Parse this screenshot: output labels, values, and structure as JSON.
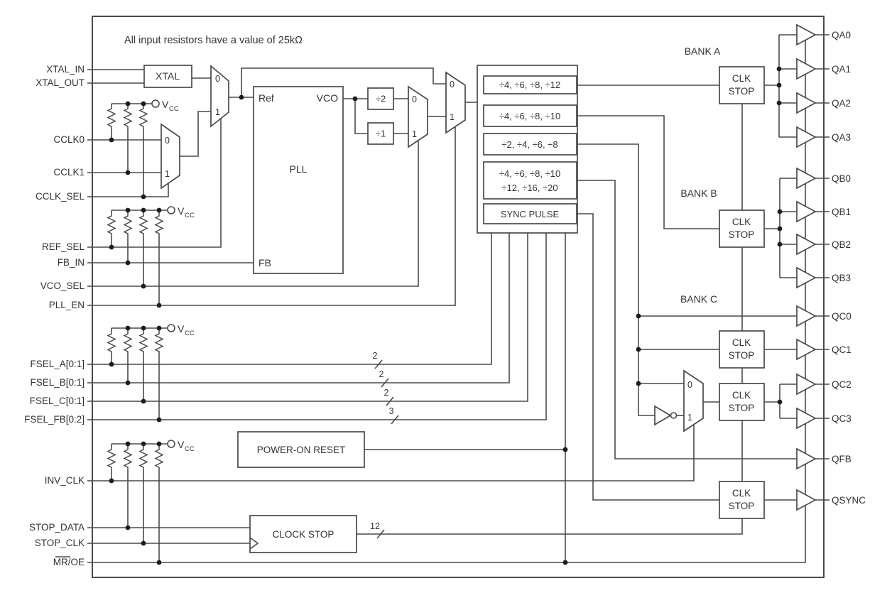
{
  "note": "All input resistors have a value of 25kΩ",
  "vcc": {
    "v": "V",
    "sub": "CC"
  },
  "inputs": {
    "xtal_in": "XTAL_IN",
    "xtal_out": "XTAL_OUT",
    "cclk0": "CCLK0",
    "cclk1": "CCLK1",
    "cclk_sel": "CCLK_SEL",
    "ref_sel": "REF_SEL",
    "fb_in": "FB_IN",
    "vco_sel": "VCO_SEL",
    "pll_en": "PLL_EN",
    "fsel_a": "FSEL_A[0:1]",
    "fsel_b": "FSEL_B[0:1]",
    "fsel_c": "FSEL_C[0:1]",
    "fsel_fb": "FSEL_FB[0:2]",
    "inv_clk": "INV_CLK",
    "stop_data": "STOP_DATA",
    "stop_clk": "STOP_CLK",
    "mr_oe": "MR/OE"
  },
  "blocks": {
    "xtal": "XTAL",
    "pll": "PLL",
    "pll_ref": "Ref",
    "pll_vco": "VCO",
    "pll_fb": "FB",
    "div2": "÷2",
    "div1": "÷1",
    "sync_pulse": "SYNC PULSE",
    "power_on_reset": "POWER-ON RESET",
    "clock_stop": "CLOCK STOP",
    "clk_stop_l1": "CLK",
    "clk_stop_l2": "STOP"
  },
  "dividers": {
    "bank_a": "÷4, ÷6, ÷8, ÷12",
    "bank_b": "÷4, ÷6, ÷8, ÷10",
    "bank_c": "÷2, ÷4, ÷6, ÷8",
    "fb_l1": "÷4, ÷6, ÷8, ÷10",
    "fb_l2": "÷12, ÷16, ÷20"
  },
  "banks": {
    "a": "BANK A",
    "b": "BANK B",
    "c": "BANK C"
  },
  "mux": {
    "in0": "0",
    "in1": "1"
  },
  "bus_widths": {
    "fsel_a": "2",
    "fsel_b": "2",
    "fsel_c": "2",
    "fsel_fb": "3",
    "stop_bus": "12"
  },
  "outputs": [
    "QA0",
    "QA1",
    "QA2",
    "QA3",
    "QB0",
    "QB1",
    "QB2",
    "QB3",
    "QC0",
    "QC1",
    "QC2",
    "QC3",
    "QFB",
    "QSYNC"
  ],
  "colors": {
    "line": "#4a4a4a",
    "text": "#333333",
    "background": "#ffffff"
  }
}
